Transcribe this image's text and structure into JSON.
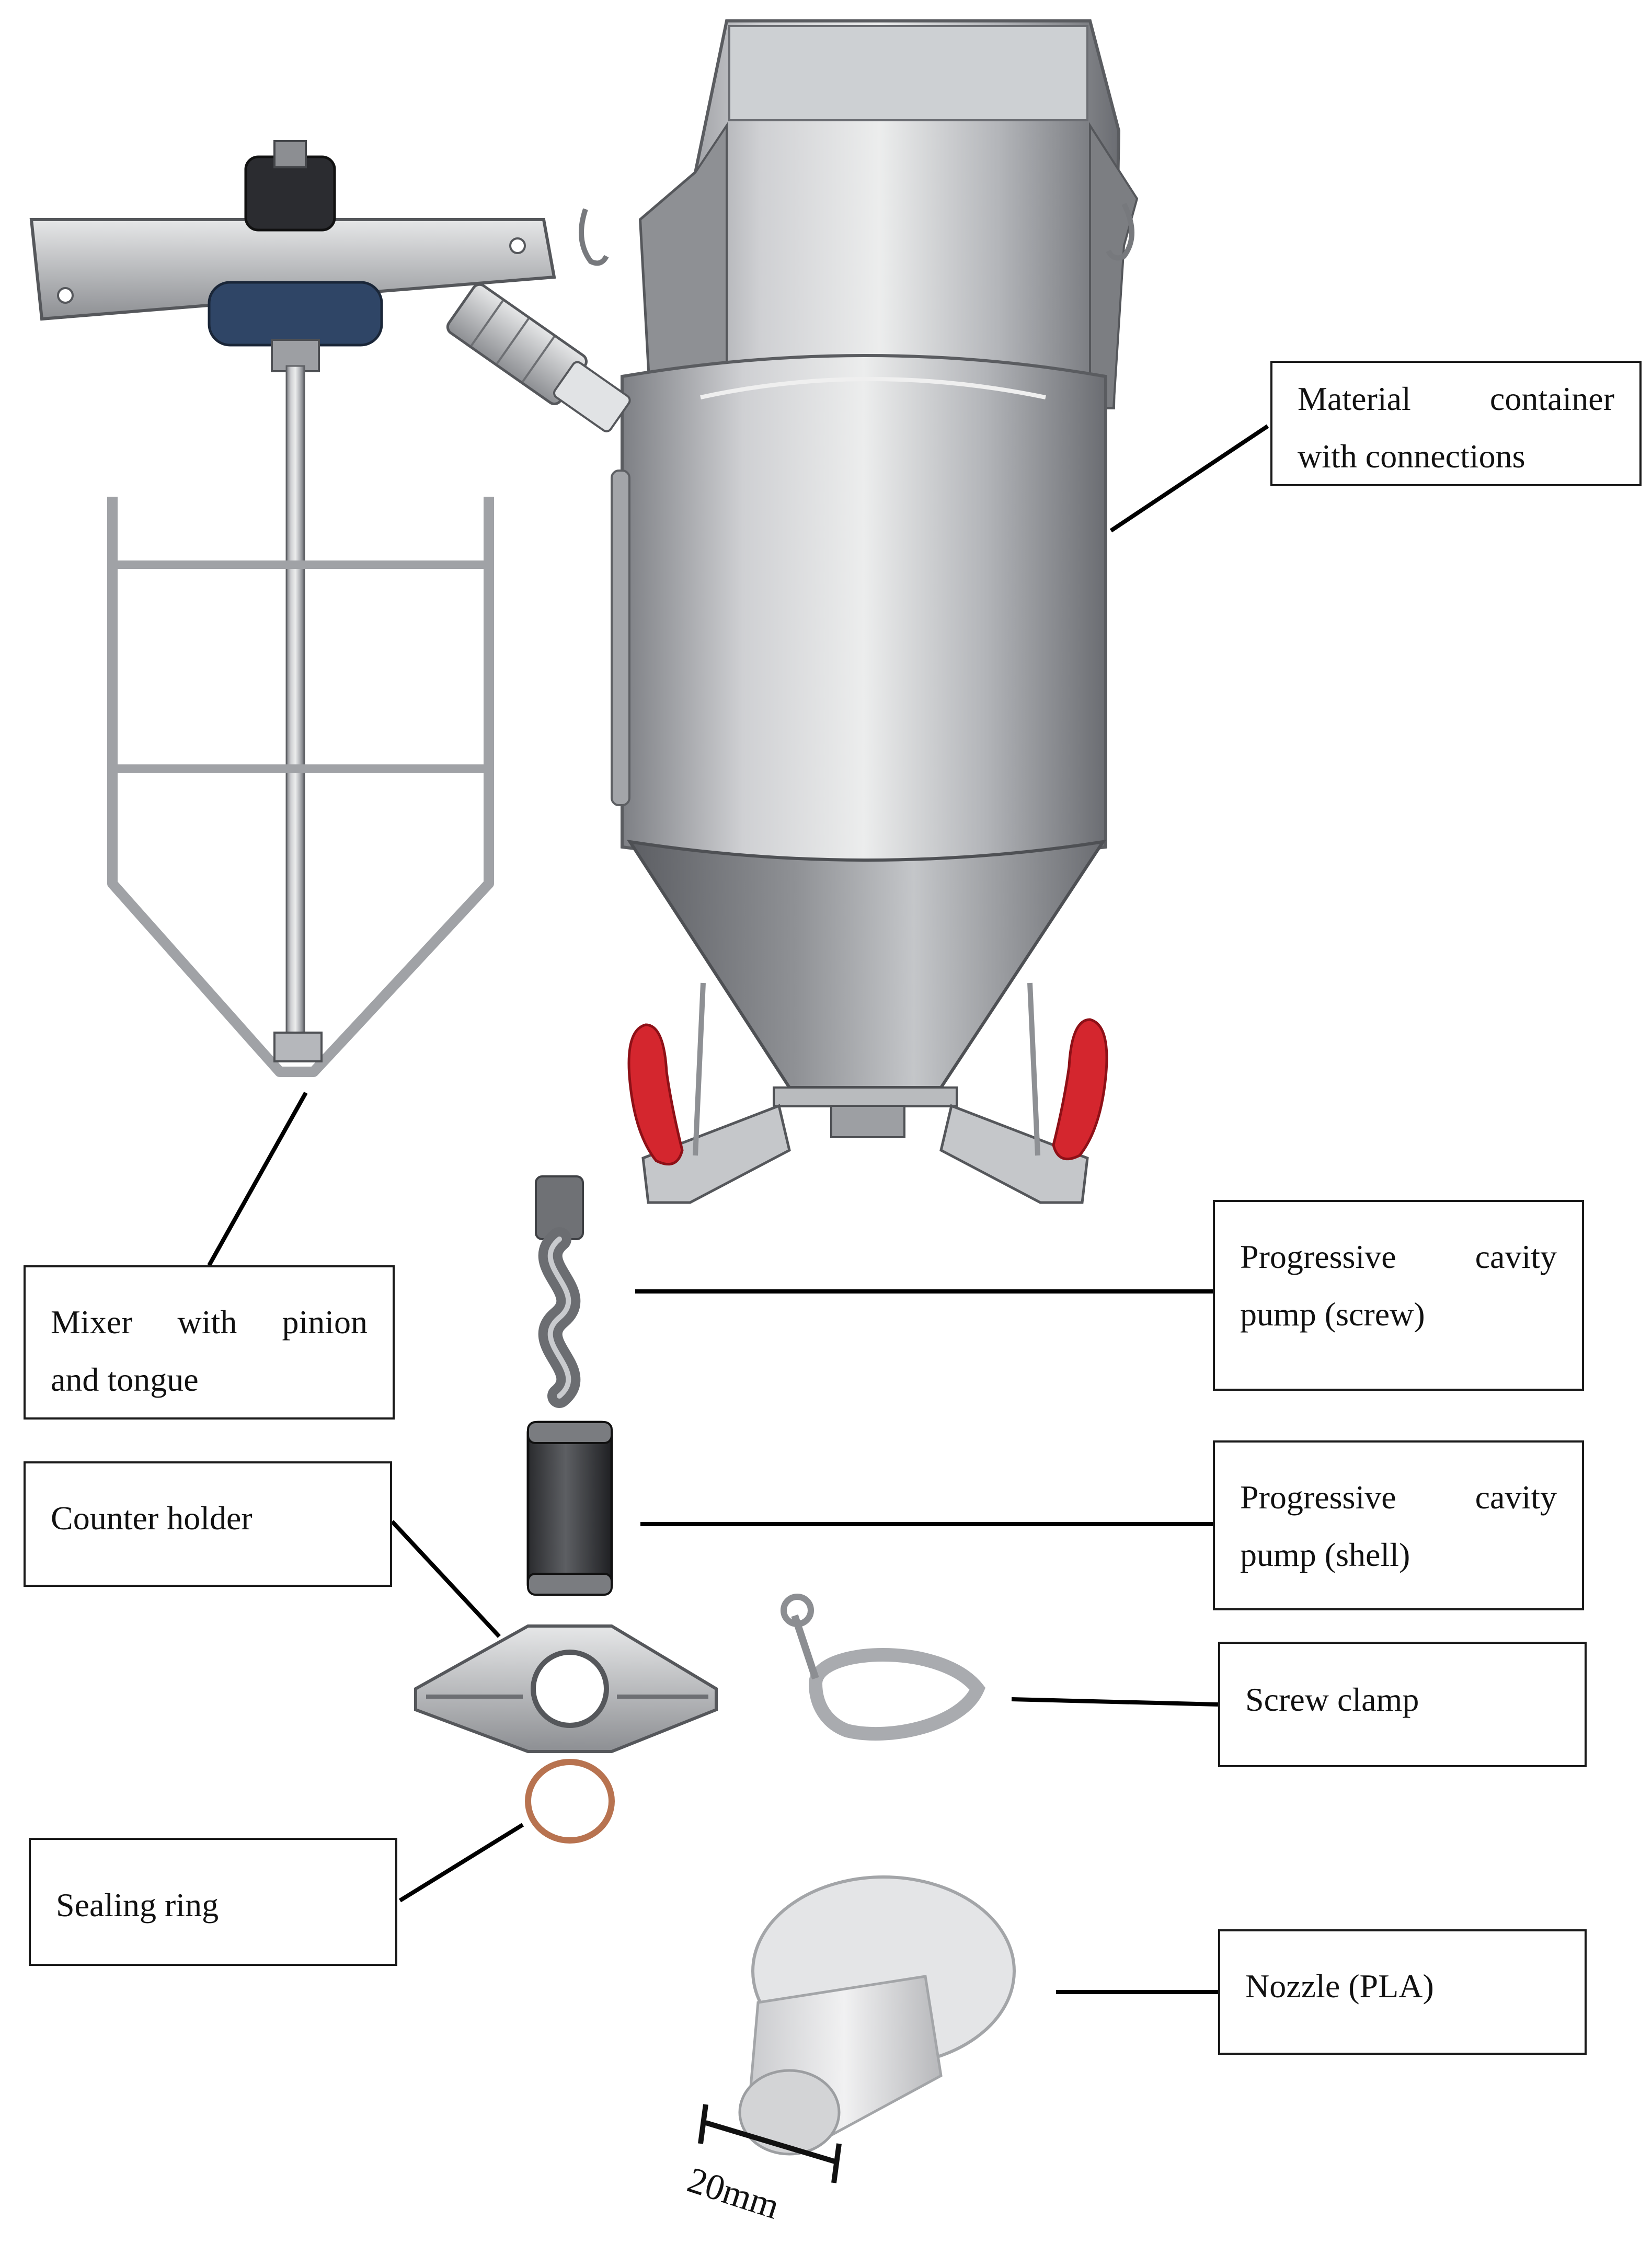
{
  "labels": {
    "material_container": {
      "line1": "Material container",
      "line2": "with connections"
    },
    "mixer": {
      "line1": "Mixer with pinion",
      "line2": "and tongue"
    },
    "pcp_screw": {
      "line1": "Progressive cavity",
      "line2": "pump (screw)"
    },
    "pcp_shell": {
      "line1": "Progressive cavity",
      "line2": "pump (shell)"
    },
    "counter_holder": {
      "line1": "Counter holder"
    },
    "screw_clamp": {
      "line1": "Screw clamp"
    },
    "sealing_ring": {
      "line1": "Sealing ring"
    },
    "nozzle": {
      "line1": "Nozzle (PLA)"
    }
  },
  "scale_bar": {
    "label": "20mm"
  },
  "colors": {
    "steel_light": "#d9dadc",
    "steel_mid": "#a9abaf",
    "steel_dark": "#6e7075",
    "handle_red": "#d4262e",
    "bearing_blue": "#2f4566",
    "pla_white": "#e4e5e7",
    "ring_copper": "#b87350"
  }
}
